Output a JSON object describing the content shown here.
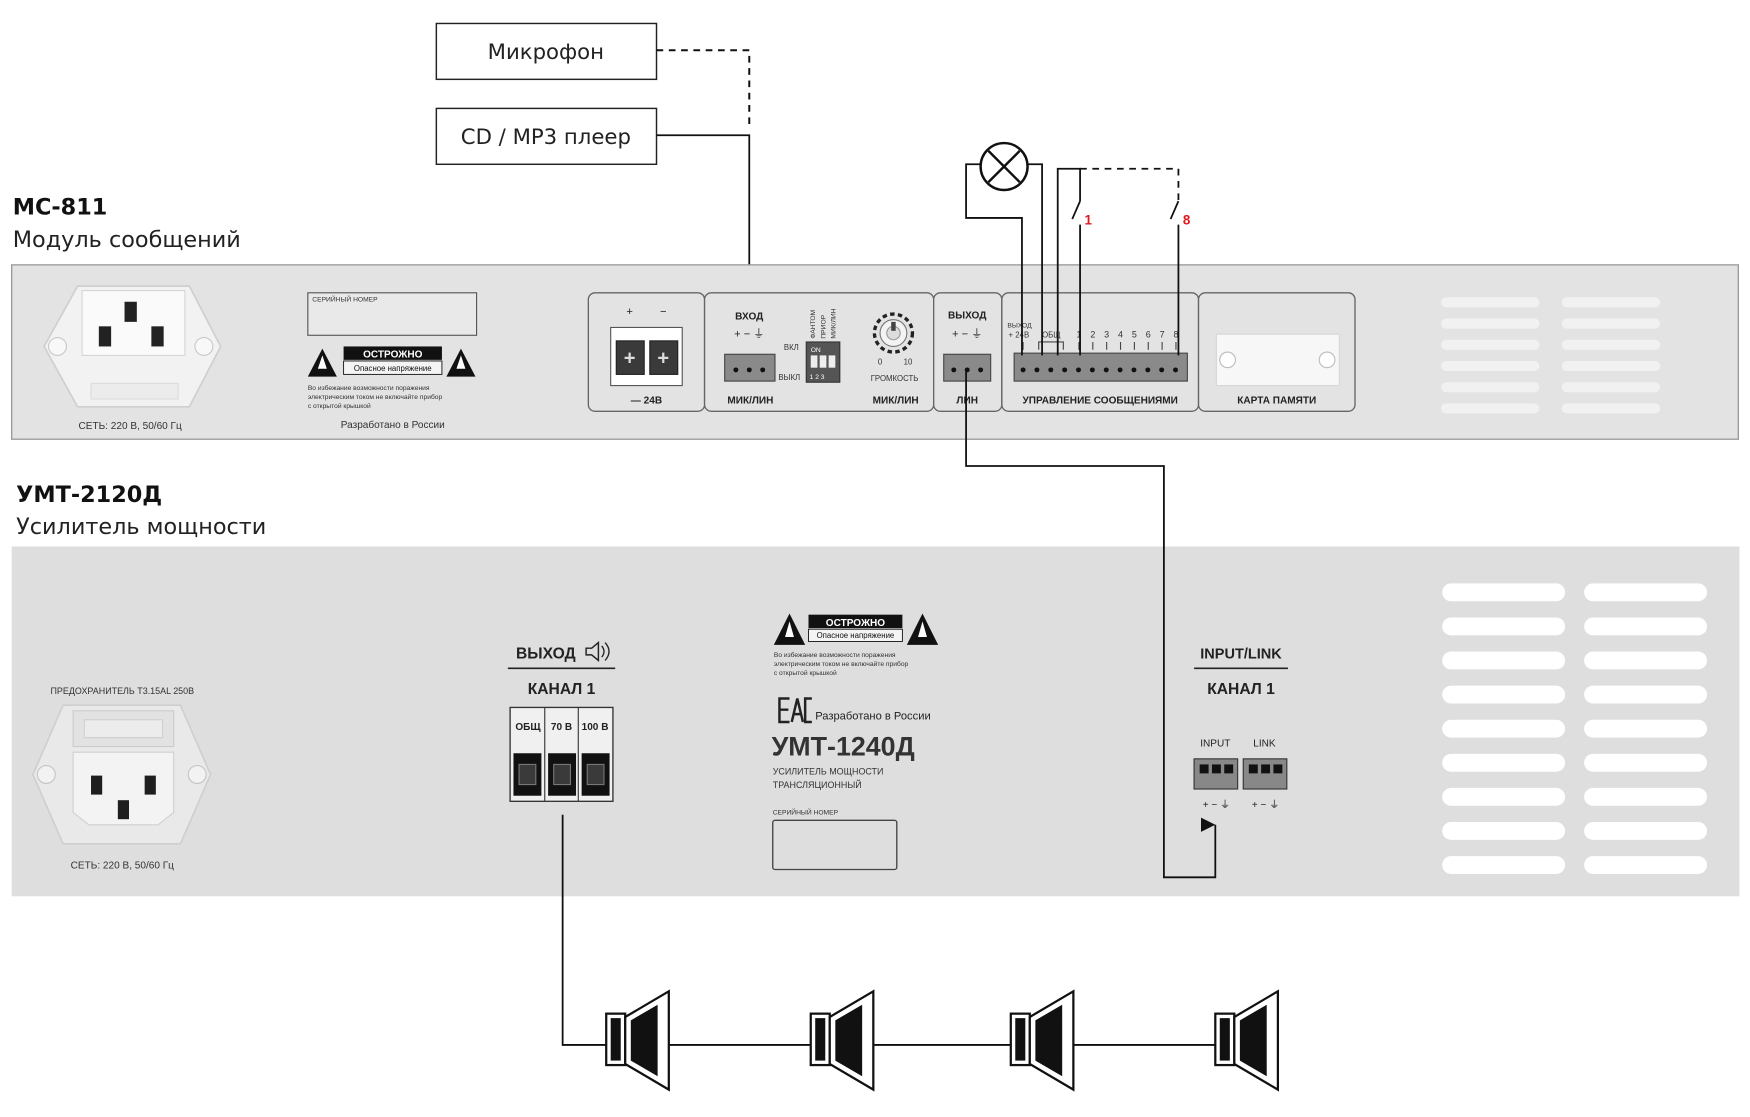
{
  "sources": {
    "microphone": "Микрофон",
    "cd_player": "CD / MP3 плеер"
  },
  "lamp_switches": {
    "first": "1",
    "last": "8"
  },
  "mc811": {
    "model": "МС-811",
    "name": "Модуль сообщений",
    "power_label": "СЕТЬ: 220 В, 50/60 Гц",
    "serial_label": "СЕРИЙНЫЙ НОМЕР",
    "caution_title": "ОСТРОЖНО",
    "caution_sub": "Опасное напряжение",
    "caution_text": [
      "Во избежание возможности поражения",
      "электрическим током не включайте прибор",
      "с открытой крышкой"
    ],
    "made_in": "Разработано в  России",
    "power_in": {
      "plus": "+",
      "minus": "−",
      "label": "— 24В"
    },
    "input": {
      "title": "ВХОД",
      "pins": "+ − ⏚",
      "label": "МИК/ЛИН",
      "dip_labels": [
        "ФАНТОМ",
        "ПРИОР",
        "МИК/ЛИН"
      ],
      "dip_on": "ON",
      "dip_numbers": "1  2  3",
      "on": "ВКЛ",
      "off": "ВЫКЛ"
    },
    "volume": {
      "min": "0",
      "max": "10",
      "label": "ГРОМКОСТЬ",
      "bottom": "МИК/ЛИН"
    },
    "output": {
      "title": "ВЫХОД",
      "pins": "+ − ⏚",
      "label": "ЛИН"
    },
    "control": {
      "out_label": "ВЫХОД",
      "out_24": "+ 24В",
      "common": "ОБЩ",
      "numbers": [
        "1",
        "2",
        "3",
        "4",
        "5",
        "6",
        "7",
        "8"
      ],
      "label": "УПРАВЛЕНИЕ СООБЩЕНИЯМИ"
    },
    "memory_card": "КАРТА ПАМЯТИ"
  },
  "umt": {
    "model": "УМТ-2120Д",
    "name": "Усилитель мощности",
    "fuse_label": "ПРЕДОХРАНИТЕЛЬ Т3.15AL 250В",
    "power_label": "СЕТЬ: 220 В, 50/60 Гц",
    "output_title": "ВЫХОД",
    "channel": "КАНАЛ 1",
    "terminals": [
      "ОБЩ",
      "70 В",
      "100 В"
    ],
    "caution_title": "ОСТРОЖНО",
    "caution_sub": "Опасное напряжение",
    "caution_text": [
      "Во избежание возможности поражения",
      "электрическим током не включайте прибор",
      "с открытой крышкой"
    ],
    "eac": "EAC",
    "made_in": "Разработано в  России",
    "panel_model": "УМТ-1240Д",
    "panel_desc": [
      "УСИЛИТЕЛЬ МОЩНОСТИ",
      "ТРАНСЛЯЦИОННЫЙ"
    ],
    "serial_label": "СЕРИЙНЫЙ НОМЕР",
    "input_link": "INPUT/LINK",
    "input_channel": "КАНАЛ 1",
    "input": "INPUT",
    "link": "LINK",
    "pins": "+ − ⏚",
    "pins2": "+ − ⏚"
  },
  "speakers_count": 4
}
